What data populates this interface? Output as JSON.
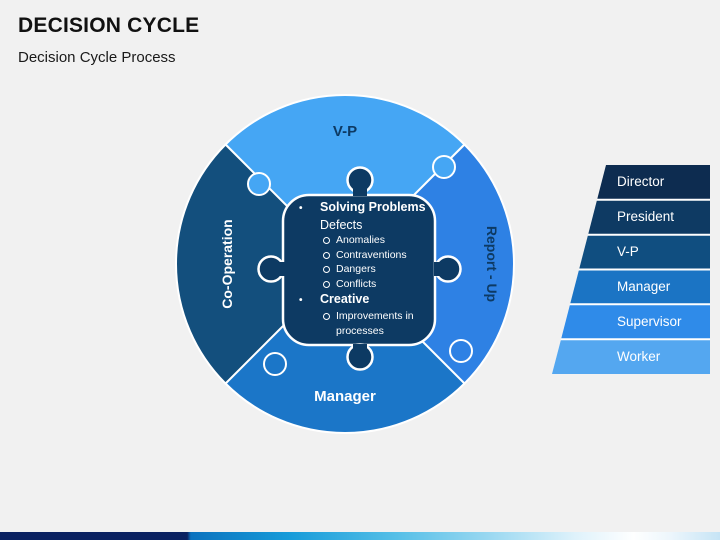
{
  "slide": {
    "title": "DECISION CYCLE",
    "subtitle": "Decision Cycle Process",
    "background": "#F1F1F1"
  },
  "diagram": {
    "quadrants": {
      "top": {
        "label": "V-P",
        "color": "#45A6F4"
      },
      "right": {
        "label": "Report - Up",
        "color": "#2E81E4"
      },
      "bottom": {
        "label": "Manager",
        "color": "#1B76C8"
      },
      "left": {
        "label": "Co-Operation",
        "color": "#134F7D"
      }
    },
    "center": {
      "color": "#0D3A63",
      "bullet_char": "•",
      "heading1": "Solving Problems",
      "subheading": "Defects",
      "defect_items": [
        "Anomalies",
        "Contraventions",
        "Dangers",
        "Conflicts"
      ],
      "heading2": "Creative",
      "creative_items": [
        "Improvements in processes"
      ]
    }
  },
  "pyramid": {
    "levels": [
      {
        "label": "Director",
        "color": "#0D2C50"
      },
      {
        "label": "President",
        "color": "#0E3A63"
      },
      {
        "label": "V-P",
        "color": "#104E80"
      },
      {
        "label": "Manager",
        "color": "#1B74C4"
      },
      {
        "label": "Supervisor",
        "color": "#2F8BE9"
      },
      {
        "label": "Worker",
        "color": "#54A7F0"
      }
    ]
  },
  "footer": {
    "stops": [
      "#0A2161",
      "#0A2161",
      "#0B72BE",
      "#169BD9",
      "#55BFE7",
      "#9AD8F1",
      "#DFF2FB",
      "#FEFFFF",
      "#EDF6FC",
      "#C6E4F5"
    ]
  }
}
